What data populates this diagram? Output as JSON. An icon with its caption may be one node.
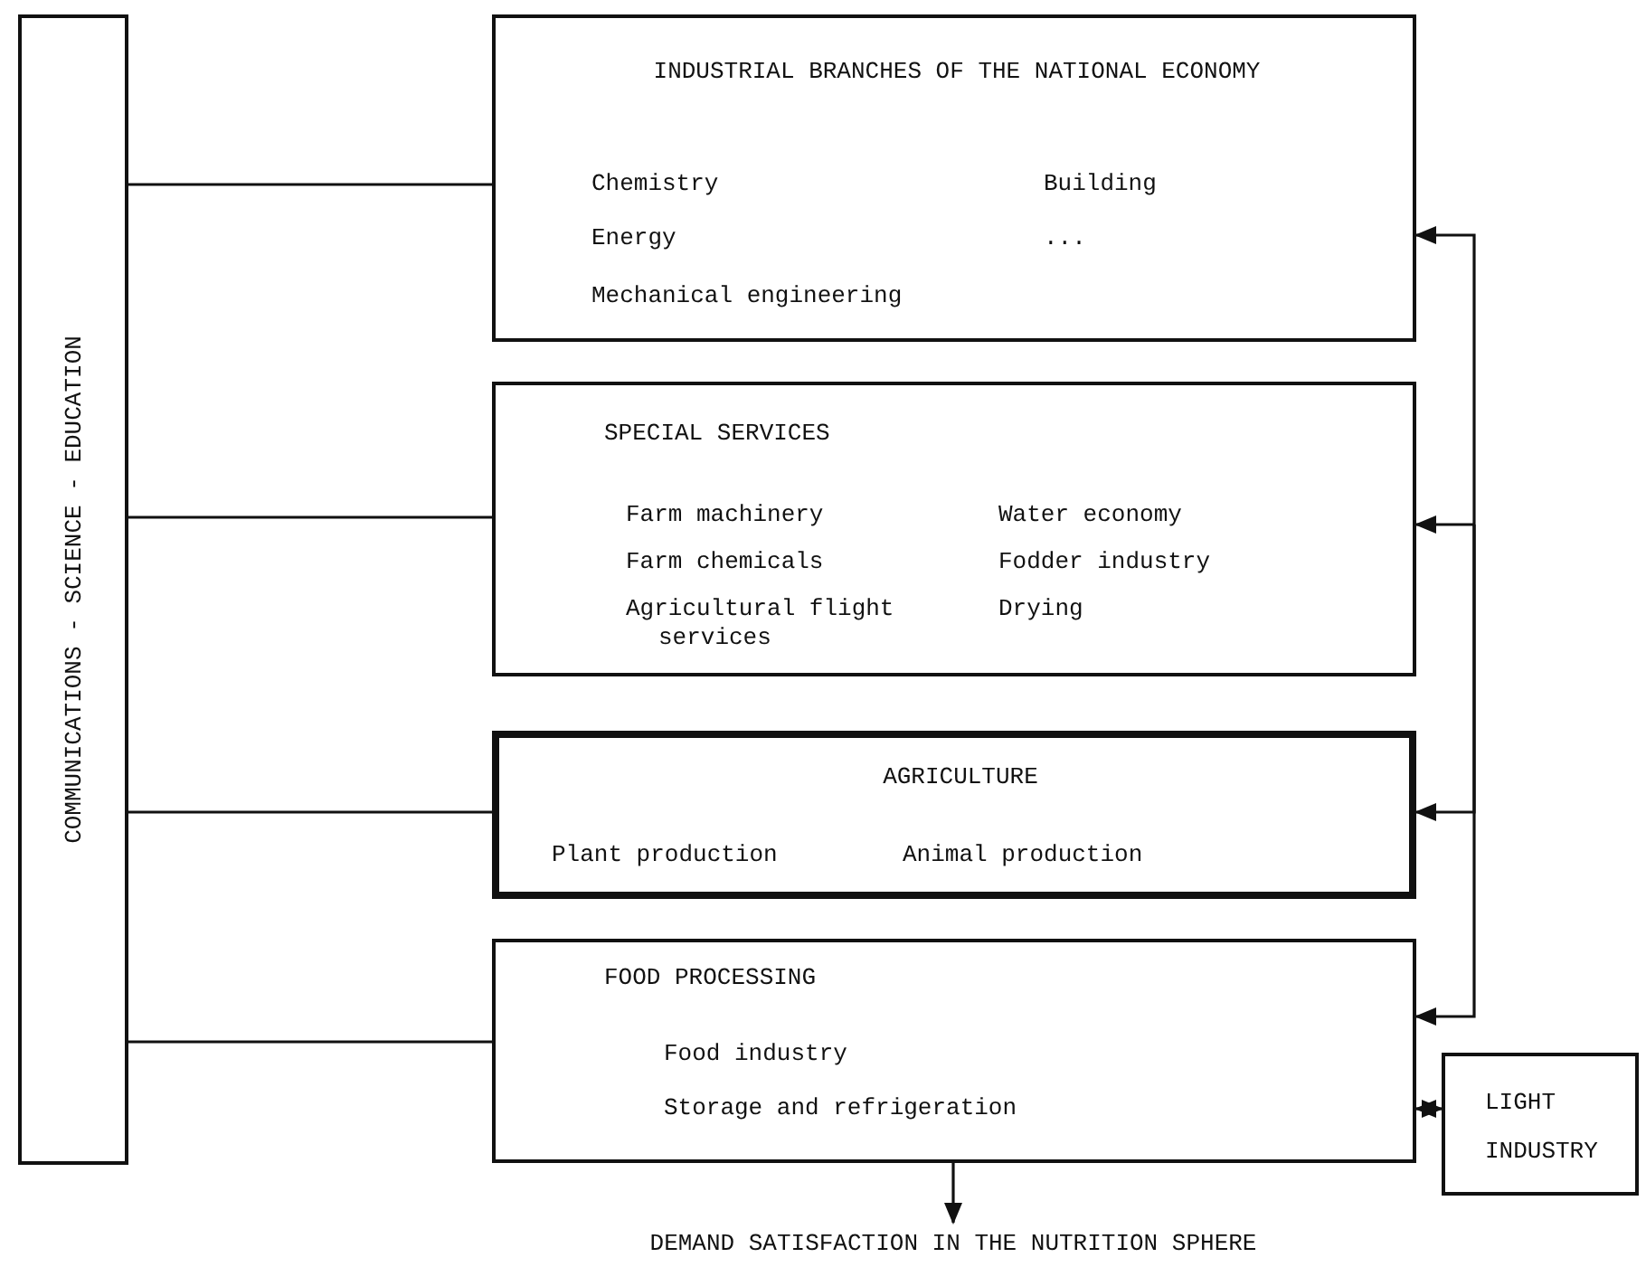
{
  "diagram": {
    "nodes": [
      {
        "text": [
          "COMMUNICATIONS - SCIENCE - EDUCATION"
        ]
      },
      {
        "text": [
          "INDUSTRIAL BRANCHES OF THE NATIONAL ECONOMY",
          "Chemistry",
          "Building",
          "Energy",
          "...",
          "Mechanical engineering"
        ]
      },
      {
        "text": [
          "SPECIAL SERVICES",
          "Farm machinery",
          "Water economy",
          "Farm chemicals",
          "Fodder industry",
          "Agricultural flight services",
          "Drying"
        ]
      },
      {
        "text": [
          "AGRICULTURE",
          "Plant production",
          "Animal production"
        ]
      },
      {
        "text": [
          "FOOD PROCESSING",
          "Food industry",
          "Storage and refrigeration"
        ]
      },
      {
        "text": [
          "LIGHT INDUSTRY"
        ]
      },
      {
        "text": [
          "DEMAND SATISFACTION IN THE NUTRITION SPHERE"
        ]
      }
    ],
    "edges": [
      {
        "from": 0,
        "to": 1,
        "arrow": "none"
      },
      {
        "from": 0,
        "to": 2,
        "arrow": "none"
      },
      {
        "from": 0,
        "to": 3,
        "arrow": "none"
      },
      {
        "from": 0,
        "to": 4,
        "arrow": "none"
      },
      {
        "from": null,
        "to": 1,
        "arrow": "to"
      },
      {
        "from": null,
        "to": 2,
        "arrow": "to"
      },
      {
        "from": null,
        "to": 3,
        "arrow": "to"
      },
      {
        "from": null,
        "to": 4,
        "arrow": "to"
      },
      {
        "from": 4,
        "to": 5,
        "arrow": "both"
      },
      {
        "from": 4,
        "to": 6,
        "arrow": "to"
      }
    ]
  }
}
